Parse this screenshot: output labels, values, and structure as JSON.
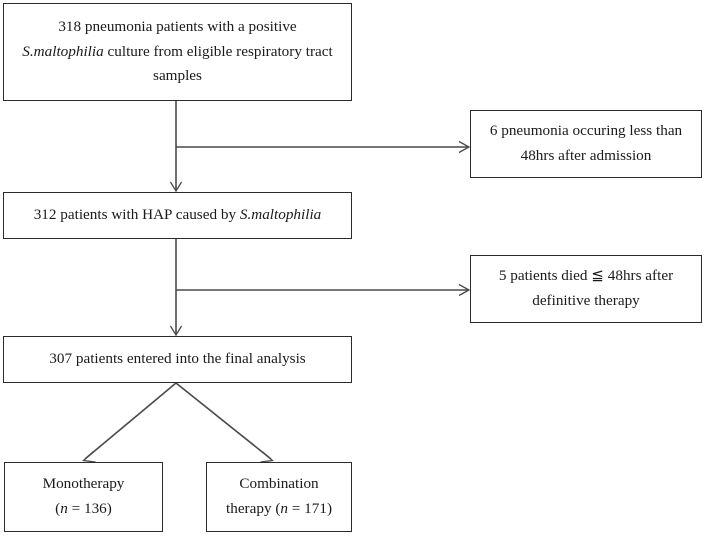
{
  "diagram": {
    "type": "patient-flow-chart",
    "nodes": {
      "screened": {
        "line1": "318 pneumonia patients  with a positive",
        "line2_italic": "S.maltophilia",
        "line2_rest": " culture from eligible  respiratory tract",
        "line3": "samples"
      },
      "hap": {
        "prefix": "312 patients with HAP caused by ",
        "italic": "S.maltophilia"
      },
      "final": {
        "label": "307 patients entered into the final analysis"
      },
      "monotherapy": {
        "line1": "Monotherapy",
        "paren_open": "(",
        "n_italic": "n",
        "n_value": " = 136)"
      },
      "combination": {
        "line1": "Combination",
        "line2_prefix": "therapy (",
        "n_italic": "n",
        "n_value": " = 171)"
      },
      "exclusion_1": {
        "line1": "6 pneumonia occuring less than",
        "line2": "48hrs after admission"
      },
      "exclusion_2": {
        "line1_prefix": "5 patients died ",
        "line1_symbol": "≦",
        "line1_suffix": " 48hrs after",
        "line2": "definitive therapy"
      }
    },
    "colors": {
      "box_border": "#2b2b2b",
      "connector": "#4a4a4a",
      "text": "#1a1a1a",
      "background": "#ffffff"
    },
    "counts": {
      "screened": 318,
      "excluded_early_onset": 6,
      "hap": 312,
      "excluded_early_death": 5,
      "final_analysis": 307,
      "monotherapy": 136,
      "combination_therapy": 171
    }
  }
}
